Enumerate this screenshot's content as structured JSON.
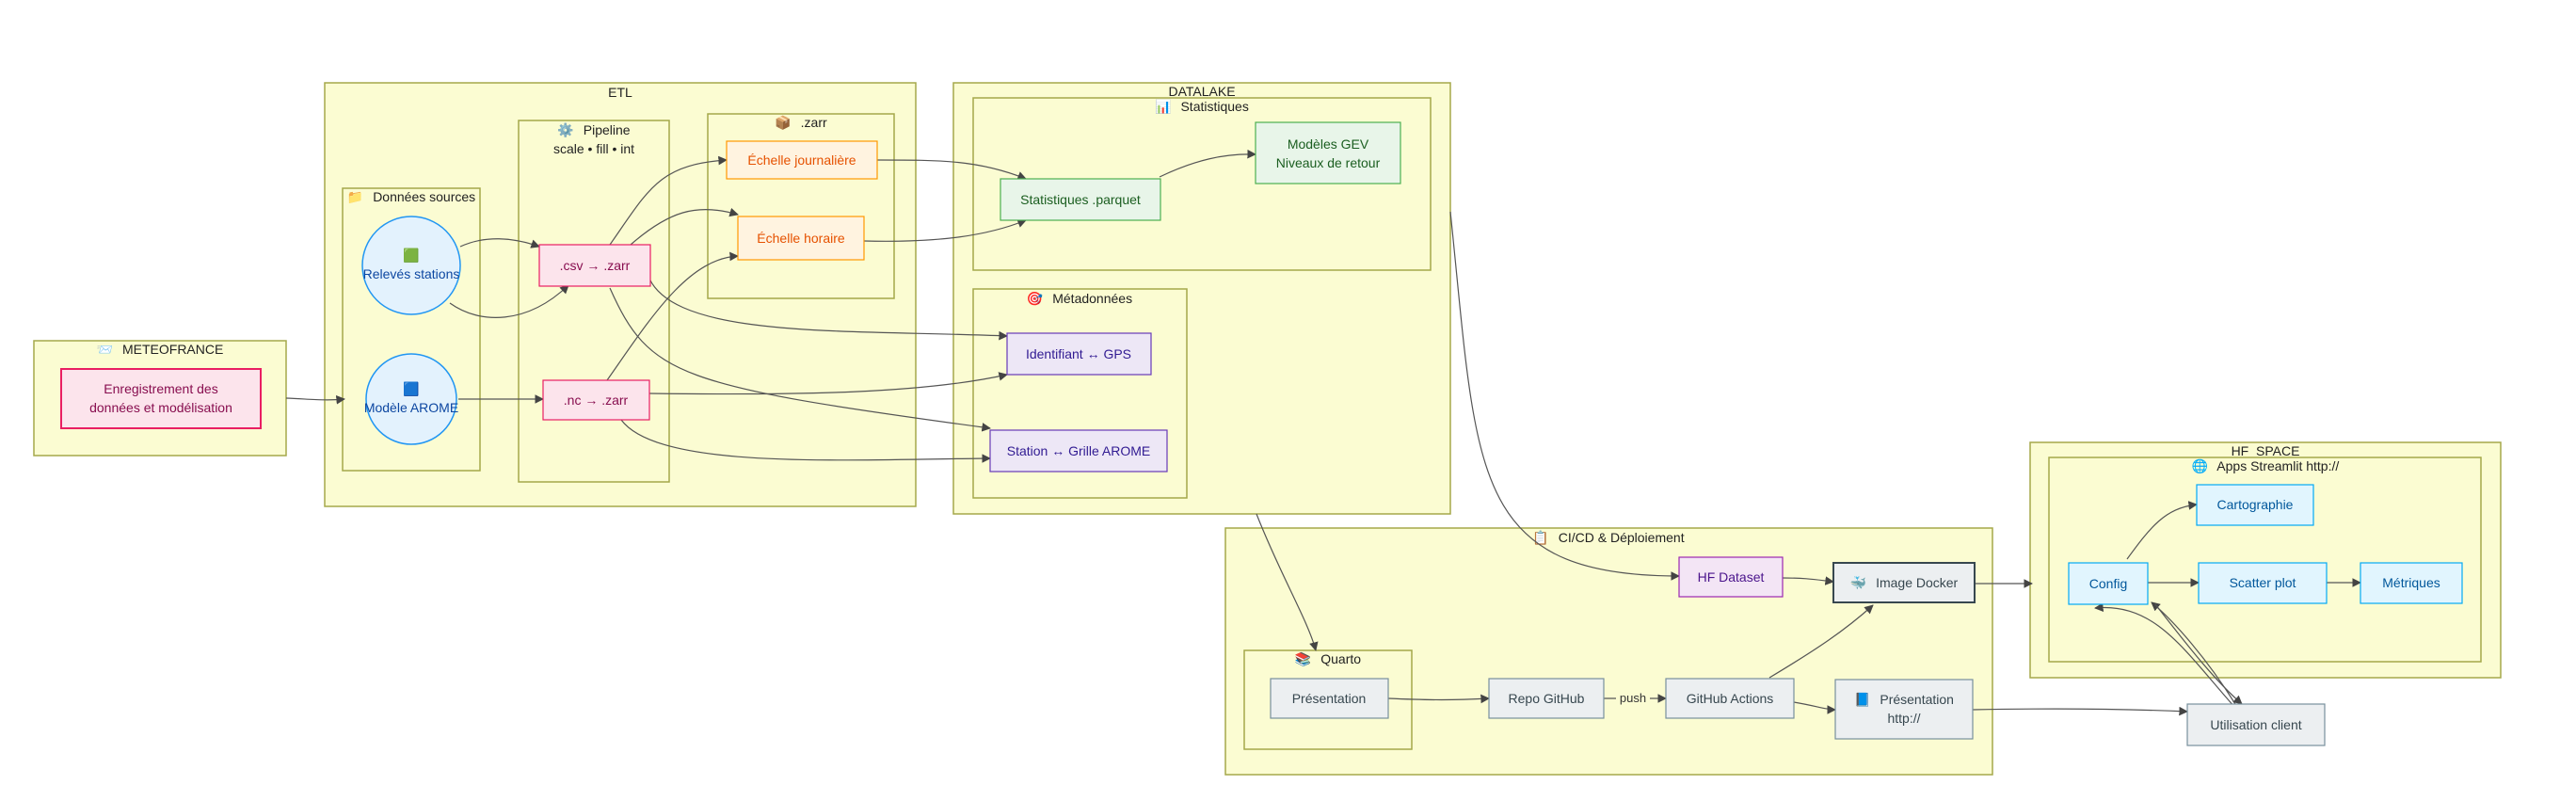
{
  "clusters": {
    "meteofrance": {
      "icon": "📨",
      "label": "METEOFRANCE"
    },
    "etl": {
      "label": "ETL"
    },
    "donnees_sources": {
      "icon": "📁",
      "label": "Données sources"
    },
    "pipeline": {
      "icon": "⚙️",
      "label": "Pipeline",
      "sublabel": "scale • fill • int"
    },
    "zarr": {
      "icon": "📦",
      "label": ".zarr"
    },
    "datalake": {
      "label": "DATALAKE"
    },
    "statistiques": {
      "icon": "📊",
      "label": "Statistiques"
    },
    "metadonnees": {
      "icon": "🎯",
      "label": "Métadonnées"
    },
    "cicd": {
      "icon": "📋",
      "label": "CI/CD & Déploiement"
    },
    "quarto": {
      "icon": "📚",
      "label": "Quarto"
    },
    "hf_space": {
      "label": "HF_SPACE"
    },
    "apps_streamlit": {
      "icon": "🌐",
      "label": "Apps Streamlit http://"
    }
  },
  "nodes": {
    "enregistrement": {
      "lines": [
        "Enregistrement des",
        "données et modélisation"
      ]
    },
    "releves": {
      "icon": "🟩",
      "label": "Relevés stations"
    },
    "arome": {
      "icon": "🟦",
      "label": "Modèle AROME"
    },
    "csv_zarr": {
      "label": ".csv → .zarr"
    },
    "nc_zarr": {
      "label": ".nc → .zarr"
    },
    "echelle_journaliere": {
      "label": "Échelle journalière"
    },
    "echelle_horaire": {
      "label": "Échelle horaire"
    },
    "stats_parquet": {
      "label": "Statistiques .parquet"
    },
    "modeles_gev": {
      "lines": [
        "Modèles GEV",
        "Niveaux de retour"
      ]
    },
    "identifiant_gps": {
      "label": "Identifiant ↔ GPS"
    },
    "station_grille": {
      "label": "Station ↔ Grille AROME"
    },
    "hf_dataset": {
      "label": "HF Dataset"
    },
    "image_docker": {
      "icon": "🐳",
      "label": "Image Docker"
    },
    "presentation": {
      "label": "Présentation"
    },
    "repo_github": {
      "label": "Repo GitHub"
    },
    "github_actions": {
      "label": "GitHub Actions"
    },
    "presentation_http": {
      "icon": "📘",
      "lines": [
        "Présentation",
        "http://"
      ]
    },
    "config": {
      "label": "Config"
    },
    "cartographie": {
      "label": "Cartographie"
    },
    "scatter_plot": {
      "label": "Scatter plot"
    },
    "metriques": {
      "label": "Métriques"
    },
    "utilisation_client": {
      "label": "Utilisation client"
    }
  },
  "edge_labels": {
    "push": "push"
  },
  "colors": {
    "cluster_fill": "#fbfcd2",
    "cluster_stroke": "#a5a84a",
    "source_fill": "#fce4ec",
    "source_stroke": "#e91e63",
    "source_text": "#880e4f",
    "blue_fill": "#e3f2fd",
    "blue_stroke": "#2196f3",
    "blue_text": "#0d47a1",
    "orange_fill": "#fff3e0",
    "orange_stroke": "#ff9800",
    "orange_text": "#e65100",
    "green_fill": "#e8f5e9",
    "green_stroke": "#4caf50",
    "green_text": "#1b5e20",
    "purple_fill": "#ede7f6",
    "purple_stroke": "#673ab7",
    "purple_text": "#311b92",
    "magenta_fill": "#f3e5f5",
    "magenta_stroke": "#9c27b0",
    "magenta_text": "#4a148c",
    "grey_fill": "#eceff1",
    "grey_stroke": "#78909c",
    "grey_text": "#37474f",
    "cyan_fill": "#e1f5fe",
    "cyan_stroke": "#03a9f4",
    "cyan_text": "#01579b"
  }
}
